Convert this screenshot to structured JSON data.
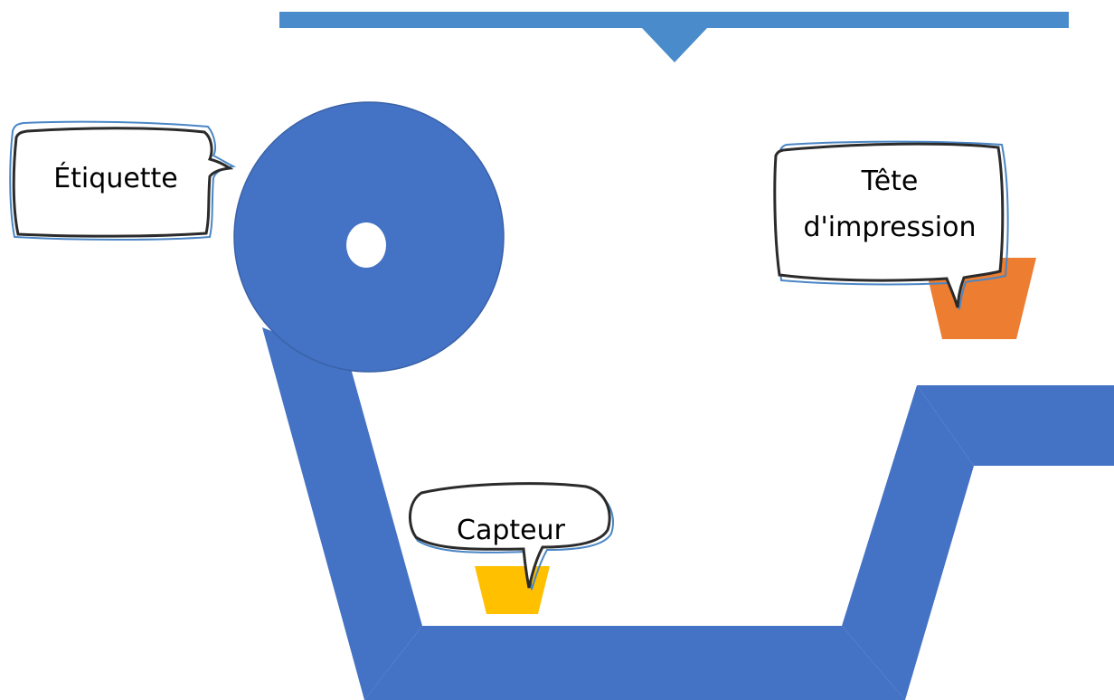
{
  "callouts": {
    "label": {
      "text": "Étiquette"
    },
    "printhead": {
      "line1": "Tête",
      "line2": "d'impression"
    },
    "sensor": {
      "text": "Capteur"
    }
  },
  "colors": {
    "label_path_blue": "#4472C4",
    "top_bar_blue": "#4A8CCB",
    "printhead_orange": "#ED7D31",
    "sensor_yellow": "#FFC000",
    "callout_outline_dark": "#2B2B2B",
    "callout_outline_blue": "#4A86C5",
    "background": "#FFFFFF"
  }
}
